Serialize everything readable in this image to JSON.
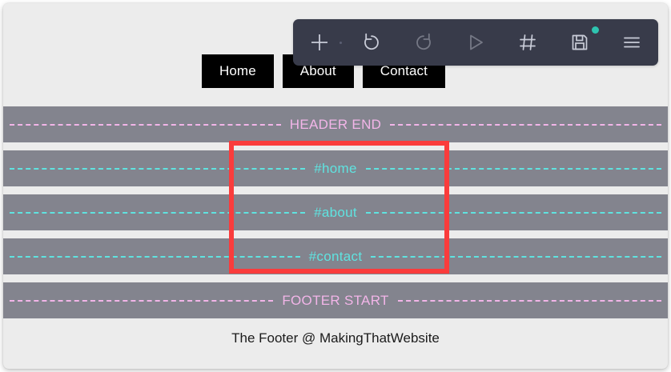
{
  "toolbar": {
    "buttons": [
      {
        "name": "add-icon",
        "label": "Add",
        "enabled": true,
        "dot": false
      },
      {
        "name": "undo-icon",
        "label": "Undo",
        "enabled": true,
        "dot": false
      },
      {
        "name": "redo-icon",
        "label": "Redo",
        "enabled": false,
        "dot": false
      },
      {
        "name": "play-icon",
        "label": "Play",
        "enabled": false,
        "dot": false
      },
      {
        "name": "grid-icon",
        "label": "Grid",
        "enabled": true,
        "dot": false
      },
      {
        "name": "save-icon",
        "label": "Save",
        "enabled": true,
        "dot": true
      },
      {
        "name": "menu-icon",
        "label": "Menu",
        "enabled": true,
        "dot": false
      }
    ],
    "background_color": "#383b4a",
    "dot_color": "#2ec4b0"
  },
  "nav": {
    "items": [
      {
        "label": "Home"
      },
      {
        "label": "About"
      },
      {
        "label": "Contact"
      }
    ],
    "background_color": "#000000",
    "text_color": "#ffffff"
  },
  "bands": [
    {
      "label": "HEADER END",
      "color": "#f2b5e8",
      "kind": "pink"
    },
    {
      "label": "#home",
      "color": "#5fe3e0",
      "kind": "cyan"
    },
    {
      "label": "#about",
      "color": "#5fe3e0",
      "kind": "cyan"
    },
    {
      "label": "#contact",
      "color": "#5fe3e0",
      "kind": "cyan"
    },
    {
      "label": "FOOTER START",
      "color": "#f2b5e8",
      "kind": "pink"
    }
  ],
  "footer": {
    "text": "The Footer @ MakingThatWebsite"
  },
  "selection": {
    "color": "#fa3c3c"
  },
  "page": {
    "background_color": "#ececec",
    "band_color": "#83848e"
  }
}
